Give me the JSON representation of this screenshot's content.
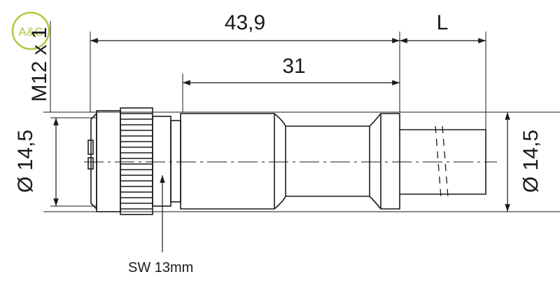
{
  "logo": {
    "text": "A&C",
    "color": "#a8cc3c"
  },
  "dimensions": {
    "overall_length": "43,9",
    "body_length": "31",
    "cable_length": "L",
    "thread": "M12 x 1",
    "diameter_left": "Ø 14,5",
    "diameter_right": "Ø 14,5",
    "wrench_size": "SW 13mm"
  },
  "colors": {
    "line": "#1a1a1a",
    "background": "#ffffff"
  }
}
